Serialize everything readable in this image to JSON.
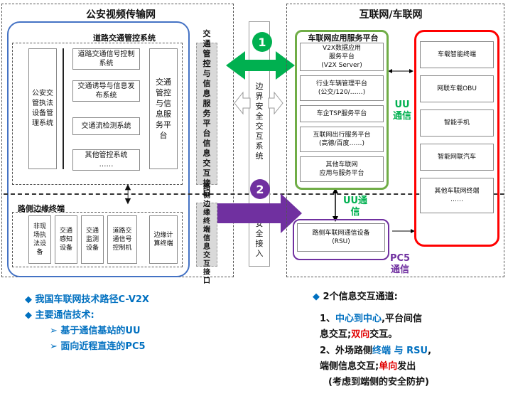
{
  "left_area": {
    "title": "公安视频传输网",
    "road_platform": {
      "title": "道路交通管控系统",
      "police_system": "公安交管执法设备管理系统",
      "subsystems": [
        "道路交通信号控制系统",
        "交通诱导与信息发布系统",
        "交通流检测系统",
        "其他管控系统"
      ],
      "subsystems_more": "……",
      "service_platform": "交通管控与信息服务平台"
    },
    "roadside": {
      "title": "路侧边缘终端",
      "items": [
        "非现场执法设备",
        "交通感知设备",
        "交通监测设备",
        "道路交通信号控制机",
        "边缘计算终端"
      ]
    }
  },
  "middle": {
    "interface1": "交通管控与信息服务平台信息交互接口",
    "interface2": "路侧边缘终端信息交互接口",
    "boundary_top": "边界安全交互系统",
    "boundary_bottom": "安全接入",
    "num1": "1",
    "num2": "2"
  },
  "right_area": {
    "title": "互联网/车联网",
    "app_platform": {
      "title": "车联网应用服务平台",
      "items": [
        {
          "line1": "V2X数据应用",
          "line2": "服务平台",
          "line3": "(V2X Server)"
        },
        {
          "line1": "行业车辆管理平台",
          "line2": "(公交/120/……)",
          "line3": ""
        },
        {
          "line1": "车企TSP服务平台",
          "line2": "",
          "line3": ""
        },
        {
          "line1": "互联网出行服务平台",
          "line2": "(高德/百度……)",
          "line3": ""
        },
        {
          "line1": "其他车联网",
          "line2": "应用与服务平台",
          "line3": ""
        }
      ]
    },
    "terminals": [
      "车载智能终端",
      "网联车载OBU",
      "智能手机",
      "智能网联汽车",
      "其他车联网终端"
    ],
    "terminals_more": "……",
    "uu_label_right": "UU通信",
    "uu_label_mid": "UU通信",
    "rsu": {
      "line1": "路侧车联网通信设备",
      "line2": "(RSU)"
    },
    "pc5_label": "PC5通信"
  },
  "notes_left": {
    "line1": "我国车联网技术路径C-V2X",
    "line2": "主要通信技术:",
    "line3": "基于通信基站的UU",
    "line4": "面向近程直连的PC5"
  },
  "notes_right": {
    "title": "2个信息交互通道:",
    "p1_prefix": "1、",
    "p1_a": "中心到中心",
    "p1_b": ",平台间信",
    "p1_c": "息交互;",
    "p1_d": "双向",
    "p1_e": "交互。",
    "p2_prefix": "2、外场路侧",
    "p2_a": "终端",
    "p2_b": "与",
    "p2_c": "RSU",
    "p2_d": ",",
    "p2_e": "端侧信息交互;",
    "p2_f": "单向",
    "p2_g": "发出",
    "p2_h": "(考虑到端侧的安全防护)"
  },
  "colors": {
    "blue_frame": "#4472c4",
    "green": "#70ad47",
    "red": "#ff0000",
    "purple": "#7030a0",
    "note_blue": "#0070c0"
  }
}
